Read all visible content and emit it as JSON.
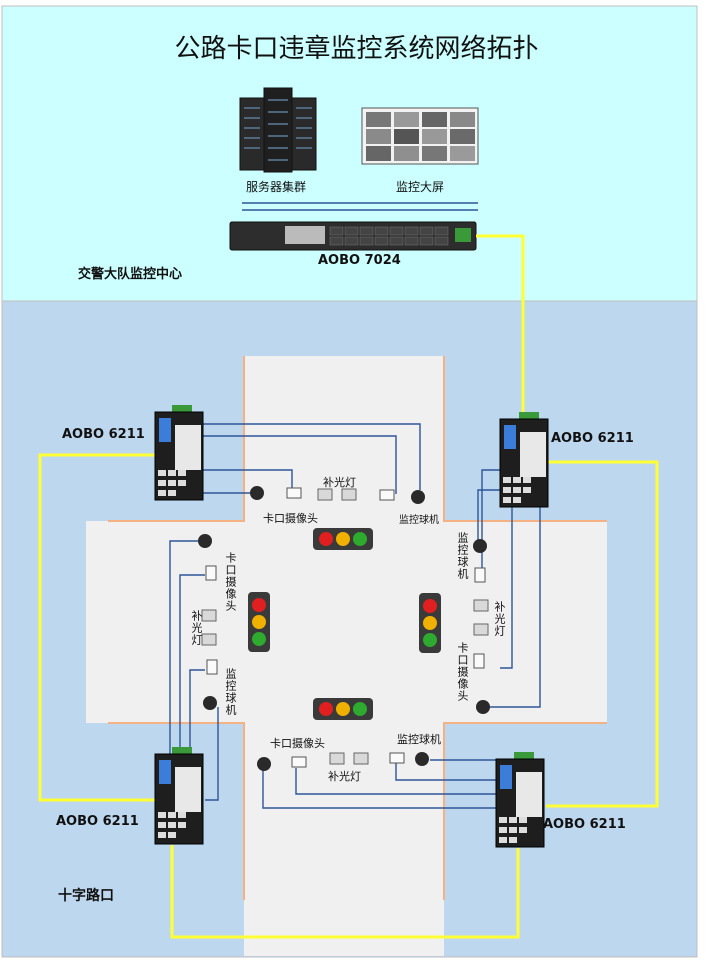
{
  "title": "公路卡口违章监控系统网络拓扑",
  "center": {
    "name": "交警大队监控中心",
    "server_label": "服务器集群",
    "screen_label": "监控大屏",
    "core_switch": "AOBO 7024"
  },
  "intersection": {
    "name": "十字路口"
  },
  "switches": {
    "top_left": "AOBO 6211",
    "top_right": "AOBO 6211",
    "bottom_left": "AOBO 6211",
    "bottom_right": "AOBO 6211"
  },
  "devices": {
    "checkpoint_camera": "卡口摄像头",
    "fill_light": "补光灯",
    "dome_camera": "监控球机"
  },
  "colors": {
    "center_bg": "#ccffff",
    "field_bg": "#bdd7ee",
    "road": "#f0f0f0",
    "road_edge": "#f4b183",
    "fiber": "#ffff33",
    "cable": "#2f5597",
    "light_red": "#e02020",
    "light_yellow": "#f0b000",
    "light_green": "#2eaa2e"
  }
}
